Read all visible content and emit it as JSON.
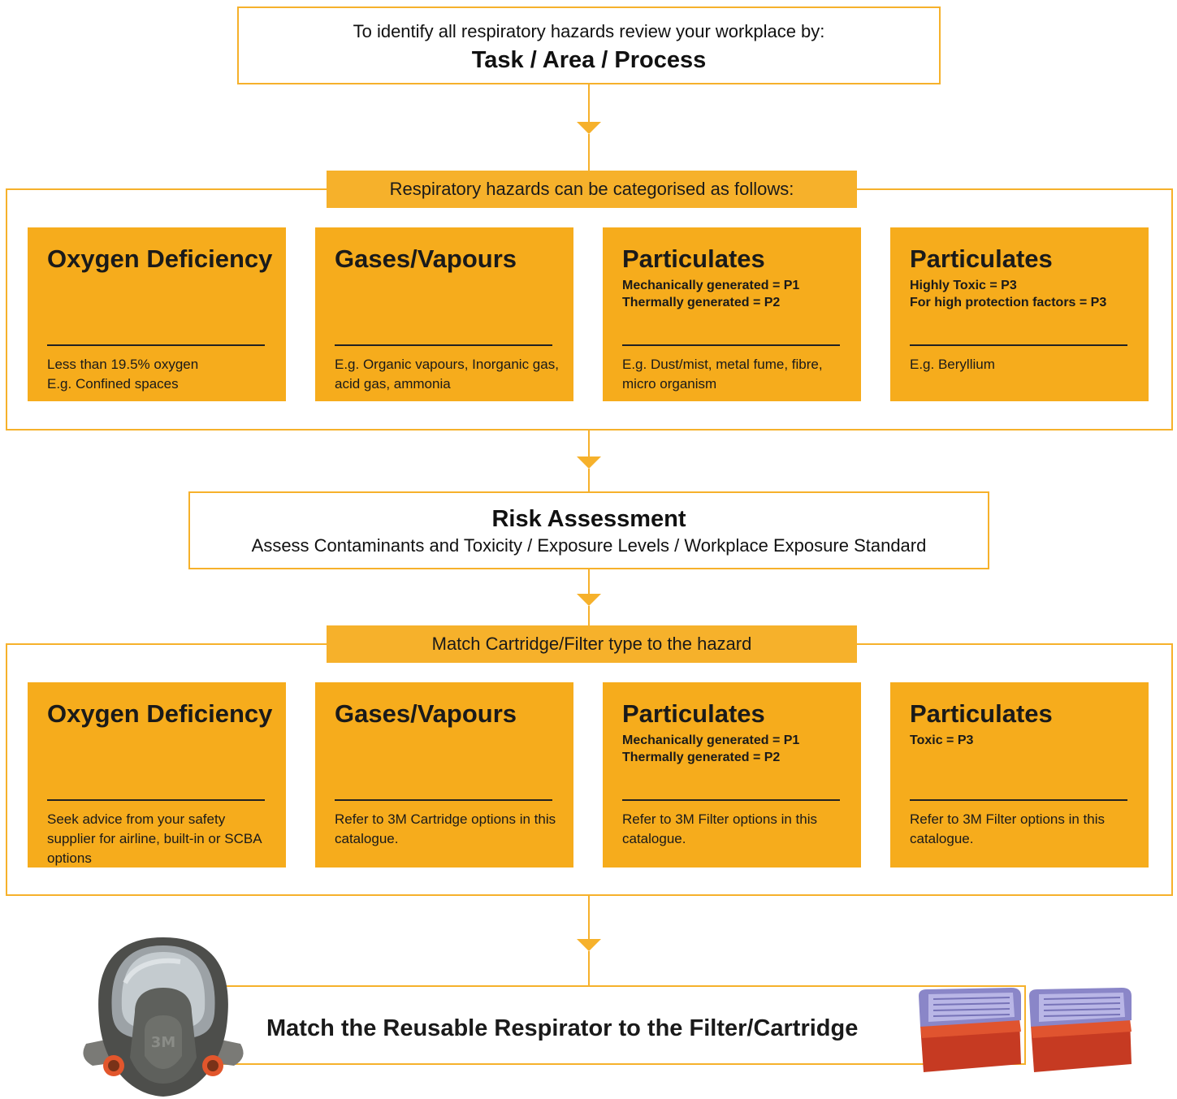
{
  "top_box": {
    "line1": "To identify all respiratory hazards review your workplace by:",
    "line2": "Task / Area / Process"
  },
  "section1": {
    "banner": "Respiratory hazards can be categorised as follows:",
    "cards": [
      {
        "title": "Oxygen Deficiency",
        "sub": "",
        "body": "Less than 19.5% oxygen\nE.g. Confined spaces"
      },
      {
        "title": "Gases/Vapours",
        "sub": "",
        "body": "E.g. Organic vapours, Inorganic gas, acid gas, ammonia"
      },
      {
        "title": "Particulates",
        "sub": "Mechanically generated = P1\nThermally generated = P2",
        "body": "E.g. Dust/mist, metal fume, fibre, micro organism"
      },
      {
        "title": "Particulates",
        "sub": "Highly Toxic = P3\nFor high protection factors = P3",
        "body": "E.g. Beryllium"
      }
    ]
  },
  "risk_box": {
    "title": "Risk Assessment",
    "subtitle": "Assess Contaminants and Toxicity / Exposure Levels / Workplace Exposure Standard"
  },
  "section2": {
    "banner": "Match Cartridge/Filter type to the hazard",
    "cards": [
      {
        "title": "Oxygen Deficiency",
        "sub": "",
        "body": "Seek advice from your safety supplier for airline, built-in or SCBA options"
      },
      {
        "title": "Gases/Vapours",
        "sub": "",
        "body": "Refer to 3M Cartridge options in this catalogue."
      },
      {
        "title": "Particulates",
        "sub": "Mechanically generated = P1\nThermally generated = P2",
        "body": "Refer to 3M Filter options in this catalogue."
      },
      {
        "title": "Particulates",
        "sub": "Toxic = P3",
        "body": "Refer to 3M Filter options in this catalogue."
      }
    ]
  },
  "bottom_box": {
    "text": "Match the Reusable Respirator to the Filter/Cartridge",
    "mask_brand": "3M"
  },
  "colors": {
    "accent": "#f6b12b",
    "card": "#f6ac1c",
    "text": "#1a1a1a"
  }
}
